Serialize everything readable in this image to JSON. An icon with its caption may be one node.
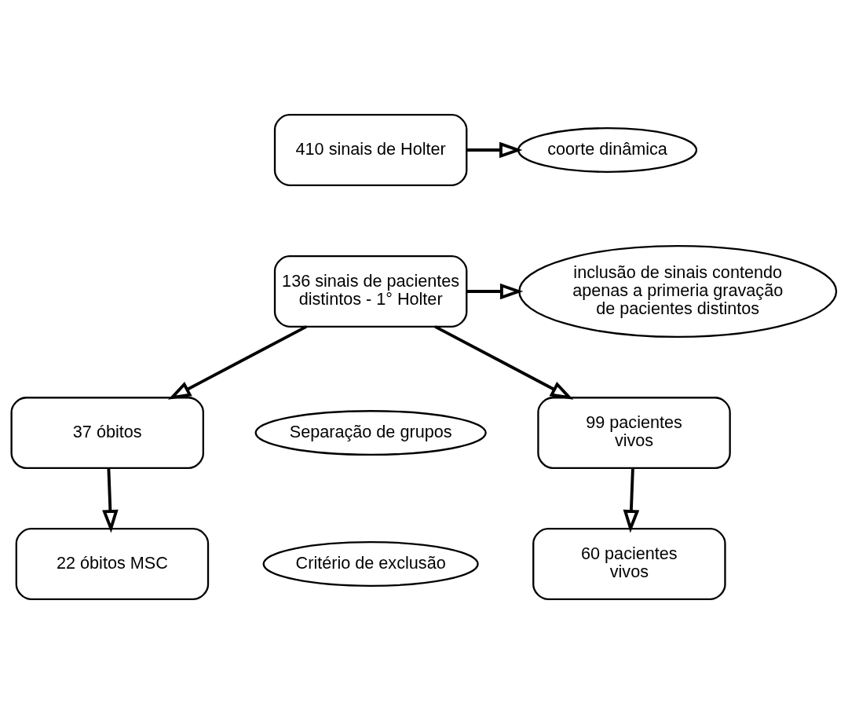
{
  "diagram": {
    "nodes": [
      {
        "text": [
          "410 sinais de Holter"
        ]
      },
      {
        "text": [
          "coorte dinâmica"
        ]
      },
      {
        "text": [
          "136 sinais de pacientes distintos - 1° Holter"
        ]
      },
      {
        "text": [
          "inclusão de sinais contendo apenas a primeria gravação de pacientes distintos"
        ]
      },
      {
        "text": [
          "Separação de grupos"
        ]
      },
      {
        "text": [
          "37 óbitos"
        ]
      },
      {
        "text": [
          "99 pacientes vivos"
        ]
      },
      {
        "text": [
          "Critério de exclusão"
        ]
      },
      {
        "text": [
          "22 óbitos MSC"
        ]
      },
      {
        "text": [
          "60 pacientes vivos"
        ]
      }
    ],
    "edges": [
      {
        "from": 0,
        "to": 1,
        "arrow": "to"
      },
      {
        "from": 2,
        "to": 3,
        "arrow": "to"
      },
      {
        "from": 2,
        "to": 5,
        "arrow": "to"
      },
      {
        "from": 2,
        "to": 6,
        "arrow": "to"
      },
      {
        "from": 5,
        "to": 8,
        "arrow": "to"
      },
      {
        "from": 6,
        "to": 9,
        "arrow": "to"
      }
    ]
  }
}
